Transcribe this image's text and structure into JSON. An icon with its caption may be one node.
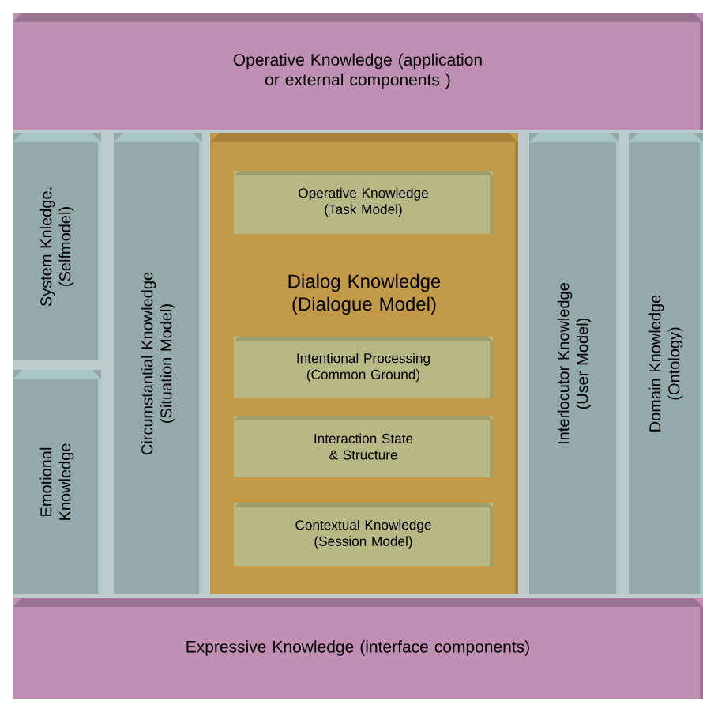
{
  "diagram": {
    "nodes": [
      {
        "text": [
          "Operative Knowledge (application or external components )"
        ]
      },
      {
        "text": [
          "System Knledge. (Selfmodel)"
        ]
      },
      {
        "text": [
          "Emotional Knowledge"
        ]
      },
      {
        "text": [
          "Circumstantial Knowledge (Situation Model)"
        ]
      },
      {
        "text": [
          "Dialog Knowledge (Dialogue Model)"
        ]
      },
      {
        "text": [
          "Operative Knowledge (Task Model)"
        ],
        "in": 4
      },
      {
        "text": [
          "Intentional Processing (Common Ground)"
        ],
        "in": 4
      },
      {
        "text": [
          "Interaction State & Structure"
        ],
        "in": 4
      },
      {
        "text": [
          "Contextual Knowledge (Session Model)"
        ],
        "in": 4
      },
      {
        "text": [
          "Interlocutor Knowledge (User Model)"
        ]
      },
      {
        "text": [
          "Domain Knowledge (Ontology)"
        ]
      },
      {
        "text": [
          "Expressive Knowledge (interface components)"
        ]
      }
    ]
  }
}
